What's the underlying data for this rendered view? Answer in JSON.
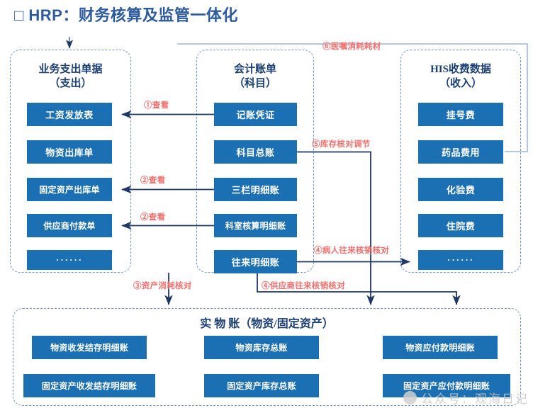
{
  "title": "□ HRP：财务核算及监管一体化",
  "panels": {
    "expense": {
      "heading": "业务支出单据\n（支出）",
      "items": [
        "工资发放表",
        "物资出库单",
        "固定资产出库单",
        "供应商付款单",
        "······"
      ]
    },
    "accounting": {
      "heading": "会计账单\n（科目）",
      "items": [
        "记账凭证",
        "科目总账",
        "三栏明细账",
        "科室核算明细账",
        "往来明细账"
      ]
    },
    "his": {
      "heading": "HIS收费数据\n（收入）",
      "items": [
        "挂号费",
        "药品费用",
        "化验费",
        "住院费",
        "······"
      ]
    },
    "physical": {
      "heading": "实 物 账（物资/固定资产）",
      "items": [
        "物资收发结存明细账",
        "物资库存总账",
        "物资应付款明细账",
        "固定资产收发结存明细账",
        "固定资产库存总账",
        "固定资产应付款明细账"
      ]
    }
  },
  "connectors": [
    {
      "id": "c1",
      "label": "①查看"
    },
    {
      "id": "c2a",
      "label": "②查看"
    },
    {
      "id": "c2b",
      "label": "②查看"
    },
    {
      "id": "c3",
      "label": "③资产消耗核对"
    },
    {
      "id": "c4a",
      "label": "④病人往来核销核对"
    },
    {
      "id": "c4b",
      "label": "④供应商往来核销核对"
    },
    {
      "id": "c5",
      "label": "⑤库存核对调节"
    },
    {
      "id": "c6",
      "label": "⑥医嘱消耗耗材"
    }
  ],
  "watermark": "公众号：观海日记",
  "colors": {
    "title": "#2d5b9e",
    "box_fill": "#1b6fb3",
    "panel_border": "#6f95c9",
    "connector_line": "#1f3864",
    "connector_label": "#f2706d"
  }
}
